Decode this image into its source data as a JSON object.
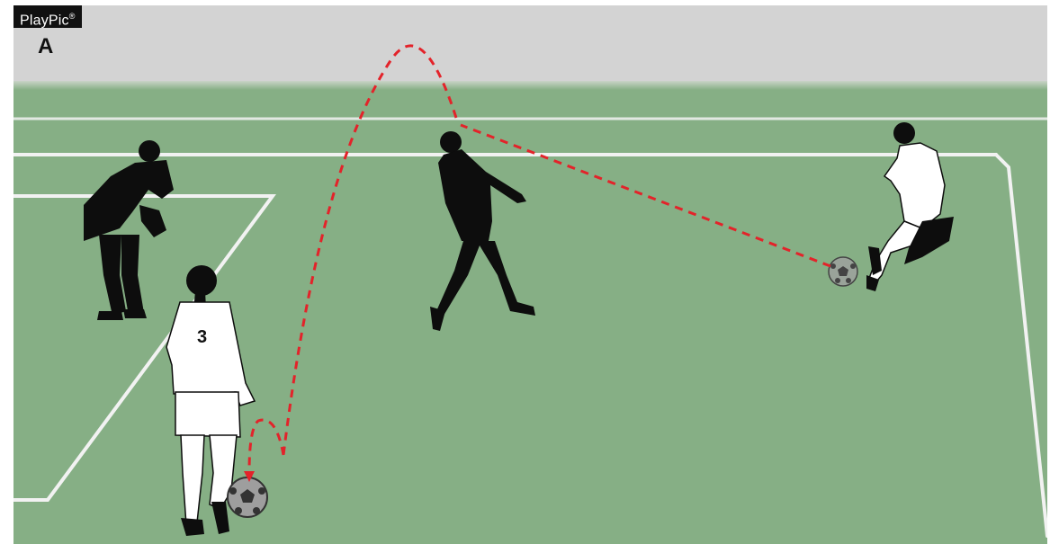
{
  "brand": {
    "name": "PlayPic",
    "mark": "®"
  },
  "panel": {
    "label": "A"
  },
  "players": {
    "attacker_number": "3"
  },
  "colors": {
    "sky": "#d3d3d3",
    "grass": "#86af85",
    "line": "#f2f2f2",
    "dark_team": "#0d0d0d",
    "light_team": "#ffffff",
    "ball_path": "#e3232a"
  },
  "icons": [
    "soccer-ball-icon",
    "player-silhouette-icon"
  ]
}
